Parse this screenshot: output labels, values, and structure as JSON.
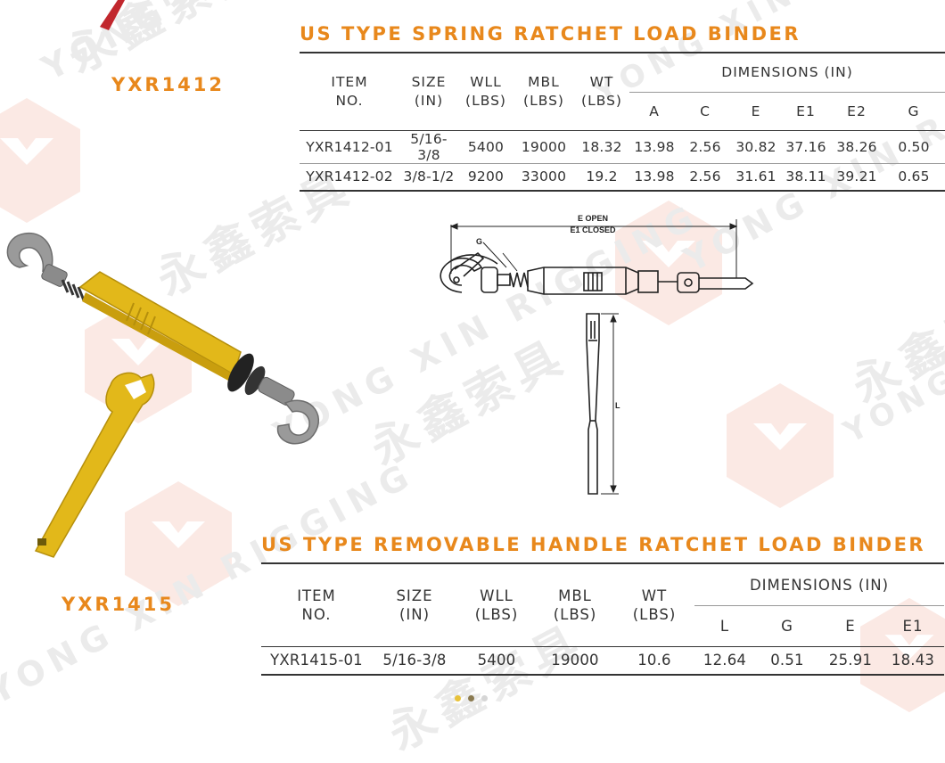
{
  "watermark": {
    "text_en": "YONG XIN RIGGING",
    "text_cn": "永鑫索具"
  },
  "colors": {
    "accent": "#e8881c",
    "binder_yellow": "#e2b81a",
    "line": "#333333",
    "watermark": "#ebebeb"
  },
  "section1": {
    "title": "US TYPE SPRING RATCHET LOAD BINDER",
    "model": "YXR1412",
    "headers": {
      "item": "ITEM NO.",
      "size": "SIZE (IN)",
      "wll": "WLL (LBS)",
      "mbl": "MBL (LBS)",
      "wt": "WT (LBS)",
      "dimensions": "DIMENSIONS (IN)"
    },
    "dim_headers": [
      "A",
      "C",
      "E",
      "E1",
      "E2",
      "G"
    ],
    "rows": [
      [
        "YXR1412-01",
        "5/16-3/8",
        "5400",
        "19000",
        "18.32",
        "13.98",
        "2.56",
        "30.82",
        "37.16",
        "38.26",
        "0.50"
      ],
      [
        "YXR1412-02",
        "3/8-1/2",
        "9200",
        "33000",
        "19.2",
        "13.98",
        "2.56",
        "31.61",
        "38.11",
        "39.21",
        "0.65"
      ]
    ]
  },
  "diagram": {
    "label_e_open": "E OPEN",
    "label_e1_closed": "E1 CLOSED",
    "label_g": "G",
    "label_l": "L"
  },
  "section2": {
    "title": "US TYPE REMOVABLE HANDLE RATCHET LOAD BINDER",
    "model": "YXR1415",
    "headers": {
      "item": "ITEM NO.",
      "size": "SIZE (IN)",
      "wll": "WLL (LBS)",
      "mbl": "MBL (LBS)",
      "wt": "WT (LBS)",
      "dimensions": "DIMENSIONS (IN)"
    },
    "dim_headers": [
      "L",
      "G",
      "E",
      "E1"
    ],
    "rows": [
      [
        "YXR1415-01",
        "5/16-3/8",
        "5400",
        "19000",
        "10.6",
        "12.64",
        "0.51",
        "25.91",
        "18.43"
      ]
    ]
  },
  "carousel": {
    "dots": 3,
    "active": 1
  }
}
